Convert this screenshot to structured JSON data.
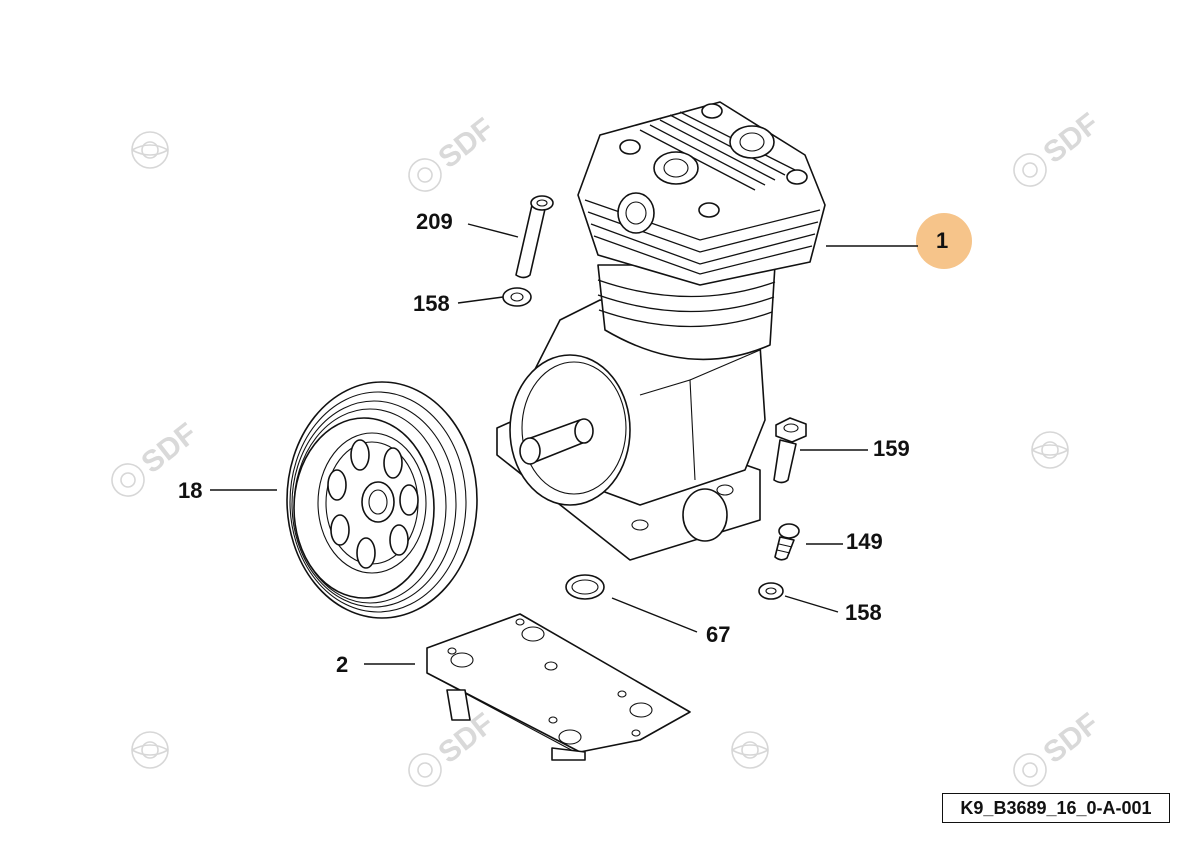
{
  "callouts": {
    "c1": "1",
    "c209": "209",
    "c158a": "158",
    "c159": "159",
    "c18": "18",
    "c149": "149",
    "c158b": "158",
    "c67": "67",
    "c2": "2"
  },
  "highlight_color": "#f6c48a",
  "watermark": "SDF",
  "reference": "K9_B3689_16_0-A-001"
}
